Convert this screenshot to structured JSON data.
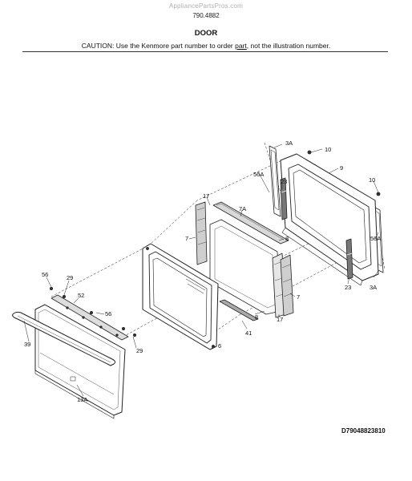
{
  "header": {
    "site": "AppliancePartsPros.com",
    "model": "790.4882",
    "title": "DOOR",
    "caution_prefix": "CAUTION: Use the Kenmore part number to order ",
    "caution_link": "part",
    "caution_suffix": ", not the illustration number."
  },
  "diagram": {
    "callouts": [
      "3A",
      "10",
      "9",
      "56A",
      "23",
      "10",
      "17",
      "7A",
      "56A",
      "7",
      "8",
      "23",
      "3A",
      "7",
      "8",
      "17",
      "41",
      "56",
      "29",
      "52",
      "56",
      "6",
      "39",
      "29",
      "13A"
    ]
  },
  "footer": {
    "doc_number": "D79048823810"
  }
}
